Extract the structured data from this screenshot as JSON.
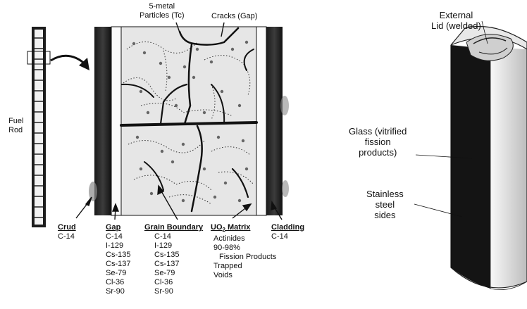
{
  "fuel_rod": {
    "label_line1": "Fuel",
    "label_line2": "Rod"
  },
  "top_labels": {
    "particles_line1": "5-metal",
    "particles_line2": "Particles (Tc)",
    "cracks": "Cracks (Gap)"
  },
  "columns": {
    "crud": {
      "title": "Crud",
      "items": [
        "C-14"
      ]
    },
    "gap": {
      "title": "Gap",
      "items": [
        "C-14",
        "I-129",
        "Cs-135",
        "Cs-137",
        "Se-79",
        "Cl-36",
        "Sr-90"
      ]
    },
    "grain": {
      "title": "Grain Boundary",
      "items": [
        "C-14",
        "I-129",
        "Cs-135",
        "Cs-137",
        "Se-79",
        "Cl-36",
        "Sr-90"
      ]
    },
    "matrix": {
      "title_prefix": "UO",
      "title_sub": "2",
      "title_suffix": " Matrix",
      "items": [
        "Actinides",
        "90-98%",
        "Fission Products",
        "Trapped",
        "Voids"
      ]
    },
    "cladding": {
      "title": "Cladding",
      "items": [
        "C-14"
      ]
    }
  },
  "canister": {
    "lid_line1": "External",
    "lid_line2": "Lid (welded)",
    "glass_line1": "Glass (vitrified",
    "glass_line2": "fission",
    "glass_line3": "products)",
    "steel_line1": "Stainless",
    "steel_line2": "steel",
    "steel_line3": "sides"
  }
}
